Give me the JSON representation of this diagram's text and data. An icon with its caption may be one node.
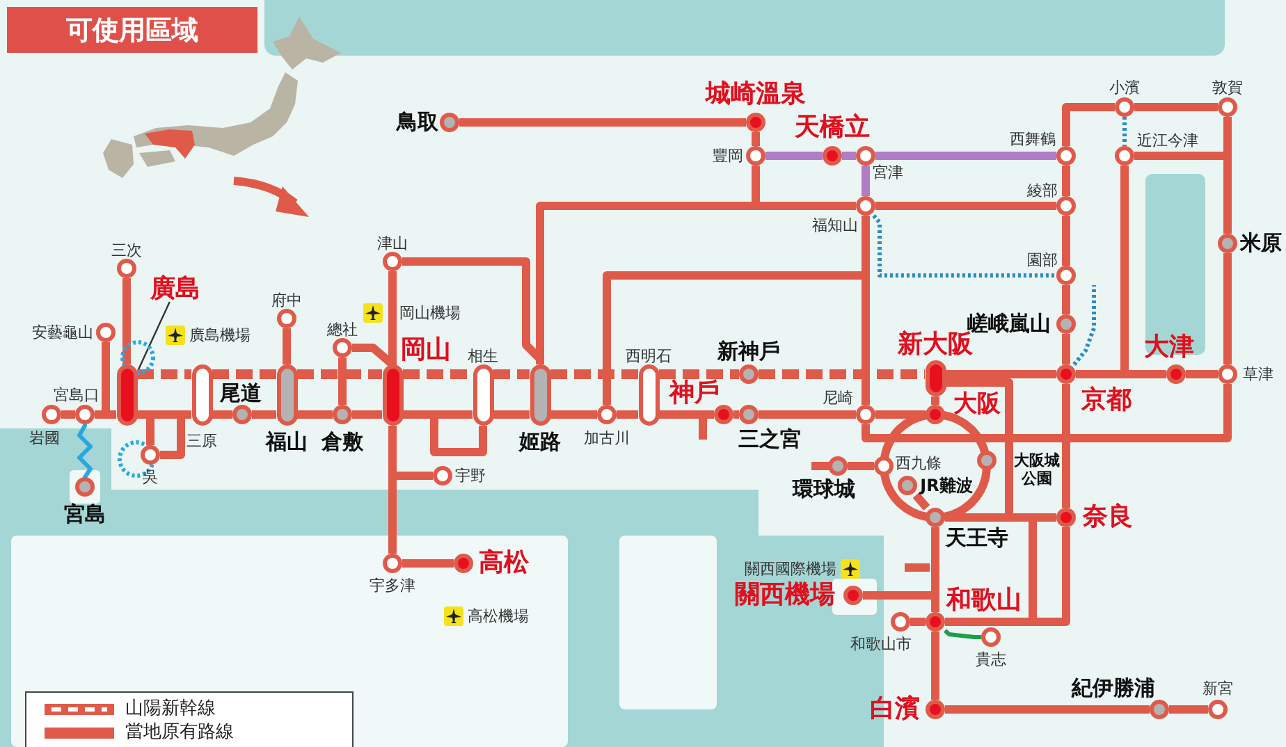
{
  "diagram": {
    "title": "可使用區域",
    "nodes": [
      {
        "text": [],
        "shape": "circle",
        "beside": [
          "鳥取"
        ]
      },
      {
        "text": [],
        "shape": "circle",
        "beside": [
          "城崎溫泉"
        ]
      },
      {
        "text": [],
        "shape": "circle",
        "beside": [
          "豐岡"
        ]
      },
      {
        "text": [],
        "shape": "circle",
        "beside": [
          "天橋立"
        ]
      },
      {
        "text": [],
        "shape": "circle",
        "beside": [
          "宮津"
        ]
      },
      {
        "text": [],
        "shape": "circle",
        "beside": [
          "小濱"
        ]
      },
      {
        "text": [],
        "shape": "circle",
        "beside": [
          "敦賀"
        ]
      },
      {
        "text": [],
        "shape": "circle",
        "beside": [
          "西舞鶴"
        ]
      },
      {
        "text": [],
        "shape": "circle",
        "beside": [
          "近江今津"
        ]
      },
      {
        "text": [],
        "shape": "circle",
        "beside": [
          "福知山"
        ]
      },
      {
        "text": [],
        "shape": "circle",
        "beside": [
          "綾部"
        ]
      },
      {
        "text": [],
        "shape": "circle",
        "beside": [
          "米原"
        ]
      },
      {
        "text": [],
        "shape": "circle",
        "beside": [
          "三次"
        ]
      },
      {
        "text": [],
        "shape": "circle",
        "beside": [
          "津山"
        ]
      },
      {
        "text": [],
        "shape": "circle",
        "beside": [
          "園部"
        ]
      },
      {
        "text": [
          "廣島"
        ]
      },
      {
        "text": [],
        "shape": "circle",
        "beside": [
          "府中"
        ]
      },
      {
        "text": [],
        "shape": "circle",
        "beside": [
          "安藝龜山"
        ]
      },
      {
        "text": [],
        "shape": "circle",
        "beside": [
          "總社"
        ]
      },
      {
        "text": [],
        "shape": "circle",
        "beside": [
          "嵯峨嵐山"
        ]
      },
      {
        "text": [],
        "shape": "pill"
      },
      {
        "text": [],
        "shape": "pill",
        "beside": [
          "三原"
        ]
      },
      {
        "text": [],
        "shape": "pill",
        "beside": [
          "福山"
        ]
      },
      {
        "text": [],
        "shape": "pill",
        "beside": [
          "岡山"
        ]
      },
      {
        "text": [],
        "shape": "pill",
        "beside": [
          "相生"
        ]
      },
      {
        "text": [],
        "shape": "pill",
        "beside": [
          "姬路"
        ]
      },
      {
        "text": [],
        "shape": "pill",
        "beside": [
          "西明石"
        ]
      },
      {
        "text": [],
        "shape": "circle",
        "beside": [
          "新神戶"
        ]
      },
      {
        "text": [],
        "shape": "pill",
        "beside": [
          "新大阪"
        ]
      },
      {
        "text": [],
        "shape": "circle",
        "beside": [
          "京都"
        ]
      },
      {
        "text": [],
        "shape": "circle",
        "beside": [
          "大津"
        ]
      },
      {
        "text": [],
        "shape": "circle",
        "beside": [
          "草津"
        ]
      },
      {
        "text": [],
        "shape": "circle",
        "beside": [
          "岩國"
        ]
      },
      {
        "text": [],
        "shape": "circle",
        "beside": [
          "宮島口"
        ]
      },
      {
        "text": [],
        "shape": "circle",
        "beside": [
          "尾道"
        ]
      },
      {
        "text": [],
        "shape": "circle",
        "beside": [
          "倉敷"
        ]
      },
      {
        "text": [],
        "shape": "circle",
        "beside": [
          "加古川"
        ]
      },
      {
        "text": [],
        "shape": "circle",
        "beside": [
          "神戶"
        ]
      },
      {
        "text": [],
        "shape": "circle",
        "beside": [
          "三之宮"
        ]
      },
      {
        "text": [],
        "shape": "circle",
        "beside": [
          "尼崎"
        ]
      },
      {
        "text": [],
        "shape": "circle",
        "beside": [
          "大阪"
        ]
      },
      {
        "text": [],
        "shape": "circle",
        "beside": [
          "吳"
        ]
      },
      {
        "text": [],
        "shape": "circle",
        "beside": [
          "大阪城公園"
        ]
      },
      {
        "text": [],
        "shape": "circle",
        "beside": [
          "環球城"
        ]
      },
      {
        "text": [],
        "shape": "circle",
        "beside": [
          "西九條"
        ]
      },
      {
        "text": [],
        "shape": "circle",
        "beside": [
          "宇野"
        ]
      },
      {
        "text": [],
        "shape": "circle",
        "beside": [
          "宮島"
        ]
      },
      {
        "text": [],
        "shape": "circle",
        "beside": [
          "JR難波"
        ]
      },
      {
        "text": [],
        "shape": "circle",
        "beside": [
          "天王寺"
        ]
      },
      {
        "text": [],
        "shape": "circle",
        "beside": [
          "奈良"
        ]
      },
      {
        "text": [],
        "shape": "circle",
        "beside": [
          "宇多津"
        ]
      },
      {
        "text": [],
        "shape": "circle",
        "beside": [
          "高松"
        ]
      },
      {
        "text": [],
        "shape": "circle",
        "beside": [
          "關西機場"
        ]
      },
      {
        "text": [],
        "shape": "circle",
        "beside": [
          "和歌山市"
        ]
      },
      {
        "text": [],
        "shape": "circle",
        "beside": [
          "和歌山"
        ]
      },
      {
        "text": [],
        "shape": "circle",
        "beside": [
          "貴志"
        ]
      },
      {
        "text": [],
        "shape": "circle",
        "beside": [
          "白濱"
        ]
      },
      {
        "text": [],
        "shape": "circle",
        "beside": [
          "紀伊勝浦"
        ]
      },
      {
        "text": [],
        "shape": "circle",
        "beside": [
          "新宮"
        ]
      }
    ],
    "edges": [
      {
        "from": 0,
        "to": 1,
        "arrow": "none"
      },
      {
        "from": 1,
        "to": 2,
        "arrow": "none"
      },
      {
        "from": 2,
        "to": 3,
        "arrow": "none",
        "color": "#b07cc6"
      },
      {
        "from": 3,
        "to": 4,
        "arrow": "none",
        "color": "#b07cc6"
      },
      {
        "from": 4,
        "to": 7,
        "arrow": "none",
        "color": "#b07cc6"
      },
      {
        "from": 4,
        "to": 9,
        "arrow": "none",
        "color": "#b07cc6"
      },
      {
        "from": 2,
        "to": 9,
        "arrow": "none"
      },
      {
        "from": 25,
        "to": 9,
        "arrow": "none"
      },
      {
        "from": 9,
        "to": 10,
        "arrow": "none"
      },
      {
        "from": 7,
        "to": 10,
        "arrow": "none"
      },
      {
        "from": 7,
        "to": 5,
        "arrow": "none"
      },
      {
        "from": 5,
        "to": 6,
        "arrow": "none"
      },
      {
        "from": 5,
        "to": 8,
        "arrow": "none",
        "style": "dashed",
        "color": "#2b8cc4"
      },
      {
        "from": 8,
        "to": 11,
        "arrow": "none"
      },
      {
        "from": 6,
        "to": 11,
        "arrow": "none"
      },
      {
        "from": 11,
        "to": 31,
        "arrow": "none"
      },
      {
        "from": 8,
        "to": 29,
        "arrow": "none"
      },
      {
        "from": 29,
        "to": 30,
        "arrow": "none"
      },
      {
        "from": 30,
        "to": 31,
        "arrow": "none"
      },
      {
        "from": 10,
        "to": 14,
        "arrow": "none"
      },
      {
        "from": 14,
        "to": 19,
        "arrow": "none"
      },
      {
        "from": 19,
        "to": 29,
        "arrow": "none"
      },
      {
        "from": 9,
        "to": 14,
        "arrow": "none",
        "style": "dashed",
        "color": "#2b8cc4"
      },
      {
        "from": 29,
        "to": null,
        "arrow": "none",
        "style": "dashed",
        "color": "#2b8cc4"
      },
      {
        "from": 9,
        "to": 39,
        "arrow": "none"
      },
      {
        "from": 36,
        "to": 9,
        "arrow": "none"
      },
      {
        "from": 13,
        "to": 25,
        "arrow": "none"
      },
      {
        "from": 13,
        "to": 23,
        "arrow": "none"
      },
      {
        "from": 12,
        "to": 20,
        "arrow": "none"
      },
      {
        "from": 17,
        "to": 20,
        "arrow": "none"
      },
      {
        "from": 15,
        "to": 20,
        "arrow": "none",
        "color": "#333333"
      },
      {
        "from": 16,
        "to": 22,
        "arrow": "none"
      },
      {
        "from": 18,
        "to": 35,
        "arrow": "none"
      },
      {
        "from": 18,
        "to": 23,
        "arrow": "none"
      },
      {
        "from": 20,
        "to": 21,
        "arrow": "none",
        "style": "dashed"
      },
      {
        "from": 21,
        "to": 22,
        "arrow": "none",
        "style": "dashed"
      },
      {
        "from": 22,
        "to": 23,
        "arrow": "none",
        "style": "dashed"
      },
      {
        "from": 23,
        "to": 24,
        "arrow": "none",
        "style": "dashed"
      },
      {
        "from": 24,
        "to": 25,
        "arrow": "none",
        "style": "dashed"
      },
      {
        "from": 25,
        "to": 26,
        "arrow": "none",
        "style": "dashed"
      },
      {
        "from": 26,
        "to": 27,
        "arrow": "none",
        "style": "dashed"
      },
      {
        "from": 27,
        "to": 28,
        "arrow": "none",
        "style": "dashed"
      },
      {
        "from": 32,
        "to": 33,
        "arrow": "none"
      },
      {
        "from": 33,
        "to": 20,
        "arrow": "none"
      },
      {
        "from": 20,
        "to": 21,
        "arrow": "none"
      },
      {
        "from": 21,
        "to": 34,
        "arrow": "none"
      },
      {
        "from": 34,
        "to": 22,
        "arrow": "none"
      },
      {
        "from": 22,
        "to": 35,
        "arrow": "none"
      },
      {
        "from": 35,
        "to": 23,
        "arrow": "none"
      },
      {
        "from": 23,
        "to": 24,
        "arrow": "none"
      },
      {
        "from": 24,
        "to": 25,
        "arrow": "none"
      },
      {
        "from": 25,
        "to": 36,
        "arrow": "none"
      },
      {
        "from": 36,
        "to": 26,
        "arrow": "none"
      },
      {
        "from": 26,
        "to": 37,
        "arrow": "none"
      },
      {
        "from": 37,
        "to": 38,
        "arrow": "none"
      },
      {
        "from": 38,
        "to": 39,
        "arrow": "none"
      },
      {
        "from": 39,
        "to": 40,
        "arrow": "none"
      },
      {
        "from": 33,
        "to": 46,
        "arrow": "none",
        "color": "#29a8e0"
      },
      {
        "from": 20,
        "to": 41,
        "arrow": "none"
      },
      {
        "from": 41,
        "to": 21,
        "arrow": "none"
      },
      {
        "from": 23,
        "to": 45,
        "arrow": "none"
      },
      {
        "from": 23,
        "to": 50,
        "arrow": "none"
      },
      {
        "from": 50,
        "to": 51,
        "arrow": "none"
      },
      {
        "from": 23,
        "to": 24,
        "arrow": "none"
      },
      {
        "from": 28,
        "to": 40,
        "arrow": "none"
      },
      {
        "from": 28,
        "to": 29,
        "arrow": "none"
      },
      {
        "from": 39,
        "to": 31,
        "arrow": "none"
      },
      {
        "from": 28,
        "to": 49,
        "arrow": "none"
      },
      {
        "from": 40,
        "to": 42,
        "arrow": "none"
      },
      {
        "from": 42,
        "to": 48,
        "arrow": "none"
      },
      {
        "from": 48,
        "to": 44,
        "arrow": "none"
      },
      {
        "from": 44,
        "to": 40,
        "arrow": "none"
      },
      {
        "from": 43,
        "to": 44,
        "arrow": "none"
      },
      {
        "from": 47,
        "to": 48,
        "arrow": "none"
      },
      {
        "from": 48,
        "to": 49,
        "arrow": "none"
      },
      {
        "from": 29,
        "to": 49,
        "arrow": "none"
      },
      {
        "from": 49,
        "to": 54,
        "arrow": "none"
      },
      {
        "from": 48,
        "to": 54,
        "arrow": "none"
      },
      {
        "from": 52,
        "to": 54,
        "arrow": "none"
      },
      {
        "from": 53,
        "to": 54,
        "arrow": "none"
      },
      {
        "from": 54,
        "to": 55,
        "arrow": "none",
        "color": "#1e9e4a"
      },
      {
        "from": 54,
        "to": 56,
        "arrow": "none"
      },
      {
        "from": 56,
        "to": 57,
        "arrow": "none"
      },
      {
        "from": 57,
        "to": 58,
        "arrow": "none"
      },
      {
        "from": 48,
        "to": 54,
        "arrow": "none"
      }
    ],
    "labels": [
      "岡山機場",
      "廣島機場",
      "關西國際機場",
      "高松機場"
    ],
    "legend": [
      {
        "text": "山陽新幹線"
      },
      {
        "text": "當地原有路線"
      }
    ]
  }
}
